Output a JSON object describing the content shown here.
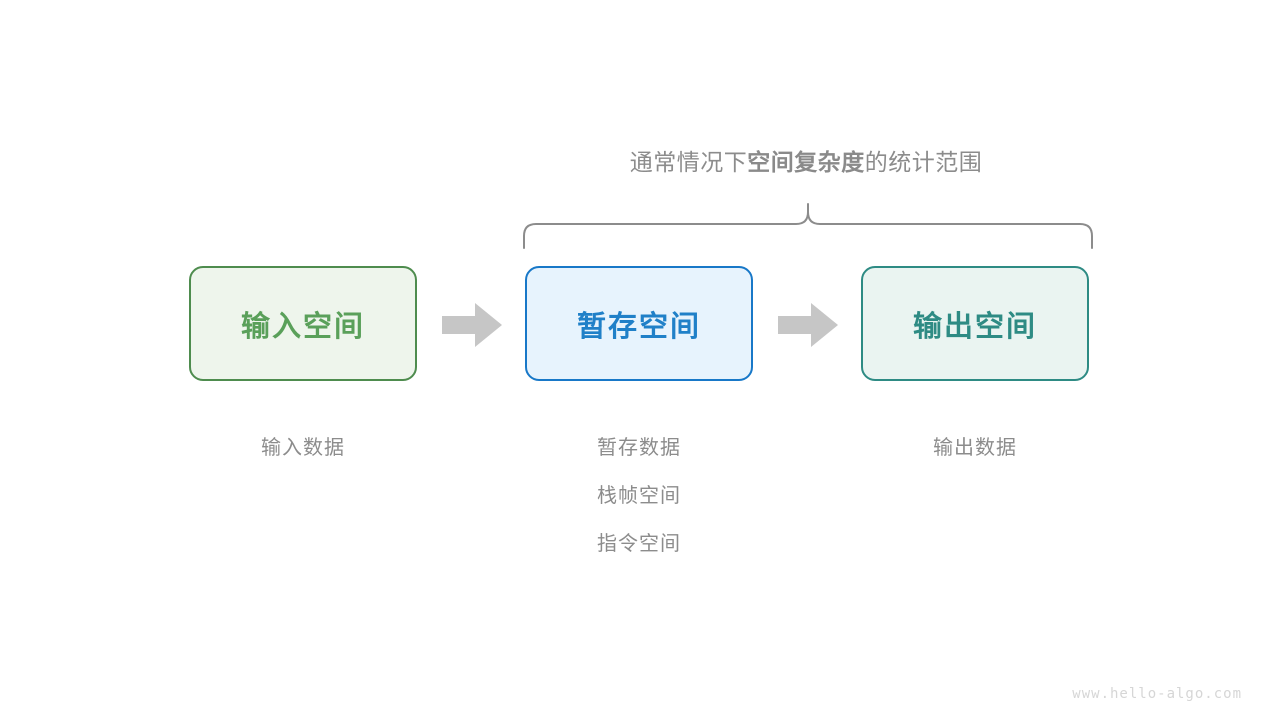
{
  "scope": {
    "caption_prefix": "通常情况下",
    "caption_emphasis": "空间复杂度",
    "caption_suffix": "的统计范围",
    "brace_color": "#8c8c8c"
  },
  "flow": {
    "boxes": [
      {
        "key": "input",
        "label": "输入空间",
        "text_color": "#5aa05a",
        "border_color": "#4e8c4e",
        "fill_color": "#eef5ec"
      },
      {
        "key": "temp",
        "label": "暂存空间",
        "text_color": "#2080c8",
        "border_color": "#1878c8",
        "fill_color": "#e7f3fd"
      },
      {
        "key": "output",
        "label": "输出空间",
        "text_color": "#2e8b84",
        "border_color": "#2e8b84",
        "fill_color": "#eaf4f1"
      }
    ],
    "arrows": [
      {
        "key": "arrow-input-to-temp",
        "color": "#c6c6c6"
      },
      {
        "key": "arrow-temp-to-output",
        "color": "#c6c6c6"
      }
    ]
  },
  "captions": {
    "input": [
      "输入数据"
    ],
    "temp": [
      "暂存数据",
      "栈帧空间",
      "指令空间"
    ],
    "output": [
      "输出数据"
    ],
    "text_color": "#8c8c8c"
  },
  "watermark": {
    "text": "www.hello-algo.com",
    "color": "#d6d6d6"
  }
}
